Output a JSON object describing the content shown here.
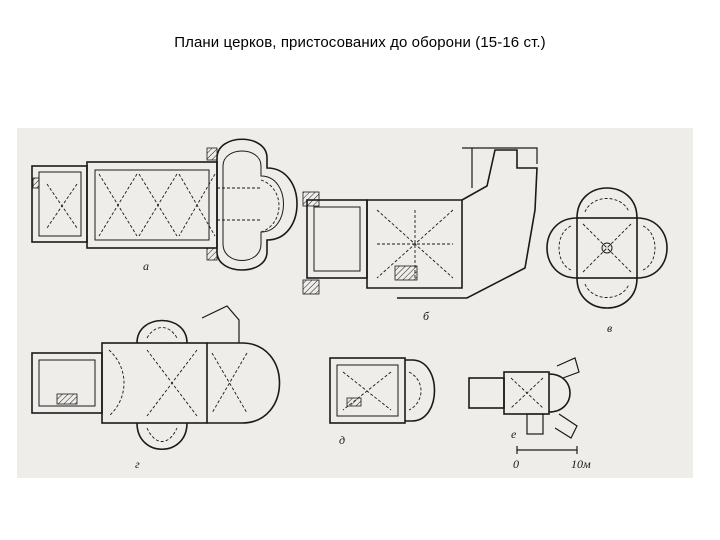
{
  "title": "Плани церков, пристосованих до оборони (15-16 ст.)",
  "plans": {
    "a": "а",
    "b": "б",
    "v": "в",
    "g": "г",
    "d": "д",
    "e": "е"
  },
  "scale": {
    "start": "0",
    "end": "10м"
  },
  "colors": {
    "background": "#ffffff",
    "scan_paper": "#efedea",
    "ink": "#1a1a1a"
  }
}
